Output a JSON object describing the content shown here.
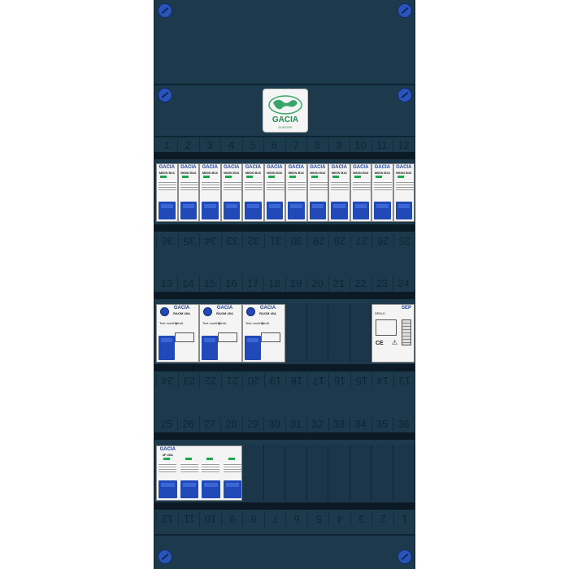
{
  "logo": {
    "text": "GACIA",
    "subtext": "EUROPE",
    "icon": "globe-icon"
  },
  "rows": [
    {
      "top": [
        "1",
        "2",
        "3",
        "4",
        "5",
        "6",
        "7",
        "8",
        "9",
        "10",
        "11",
        "12"
      ],
      "bottom": [
        "36",
        "35",
        "34",
        "33",
        "32",
        "31",
        "30",
        "29",
        "28",
        "27",
        "26",
        "25"
      ]
    },
    {
      "top": [
        "13",
        "14",
        "15",
        "16",
        "17",
        "18",
        "19",
        "20",
        "21",
        "22",
        "23",
        "24"
      ],
      "bottom": [
        "24",
        "23",
        "22",
        "21",
        "20",
        "19",
        "18",
        "17",
        "16",
        "15",
        "14",
        "13"
      ]
    },
    {
      "top": [
        "25",
        "26",
        "27",
        "28",
        "29",
        "30",
        "31",
        "32",
        "33",
        "34",
        "35",
        "36"
      ],
      "bottom": [
        "12",
        "11",
        "10",
        "9",
        "8",
        "7",
        "6",
        "5",
        "4",
        "3",
        "2",
        "1"
      ]
    }
  ],
  "row1_breakers": {
    "brand": "GACIA",
    "type": "M60N B16",
    "count": 12
  },
  "row2_rcds": [
    {
      "brand": "GACIA",
      "type": "RAOM 40A",
      "label": "Test monthly",
      "rating": "30mA"
    },
    {
      "brand": "GACIA",
      "type": "RAOM 40A",
      "label": "Test monthly",
      "rating": "30mA"
    },
    {
      "brand": "GACIA",
      "type": "RAOM 40A",
      "label": "Test monthly",
      "rating": "30mA"
    }
  ],
  "row2_timer": {
    "brand": "SEP",
    "label": "SPM-D",
    "sub": "CE",
    "icon": "bell-icon"
  },
  "row3_main": {
    "brand": "GACIA",
    "type": "4P 40A"
  },
  "colors": {
    "panel": "#1c3a4c",
    "rail": "#0b1a24",
    "lever": "#2149b8",
    "screw": "#2a55b8",
    "module": "#f4f4f4"
  }
}
